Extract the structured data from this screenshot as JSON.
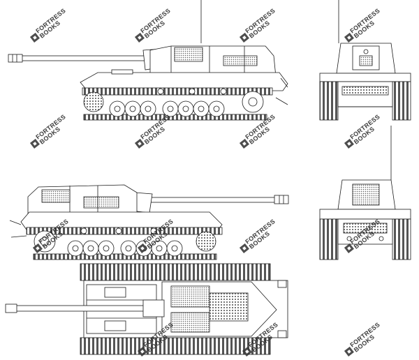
{
  "watermark": {
    "line1": "FORTRESS",
    "line2": "BOOKS"
  },
  "drawing": {
    "views": [
      "side-right",
      "front",
      "side-left",
      "rear",
      "top"
    ],
    "line_color": "#1a1a1a",
    "fill_color": "#ffffff"
  }
}
